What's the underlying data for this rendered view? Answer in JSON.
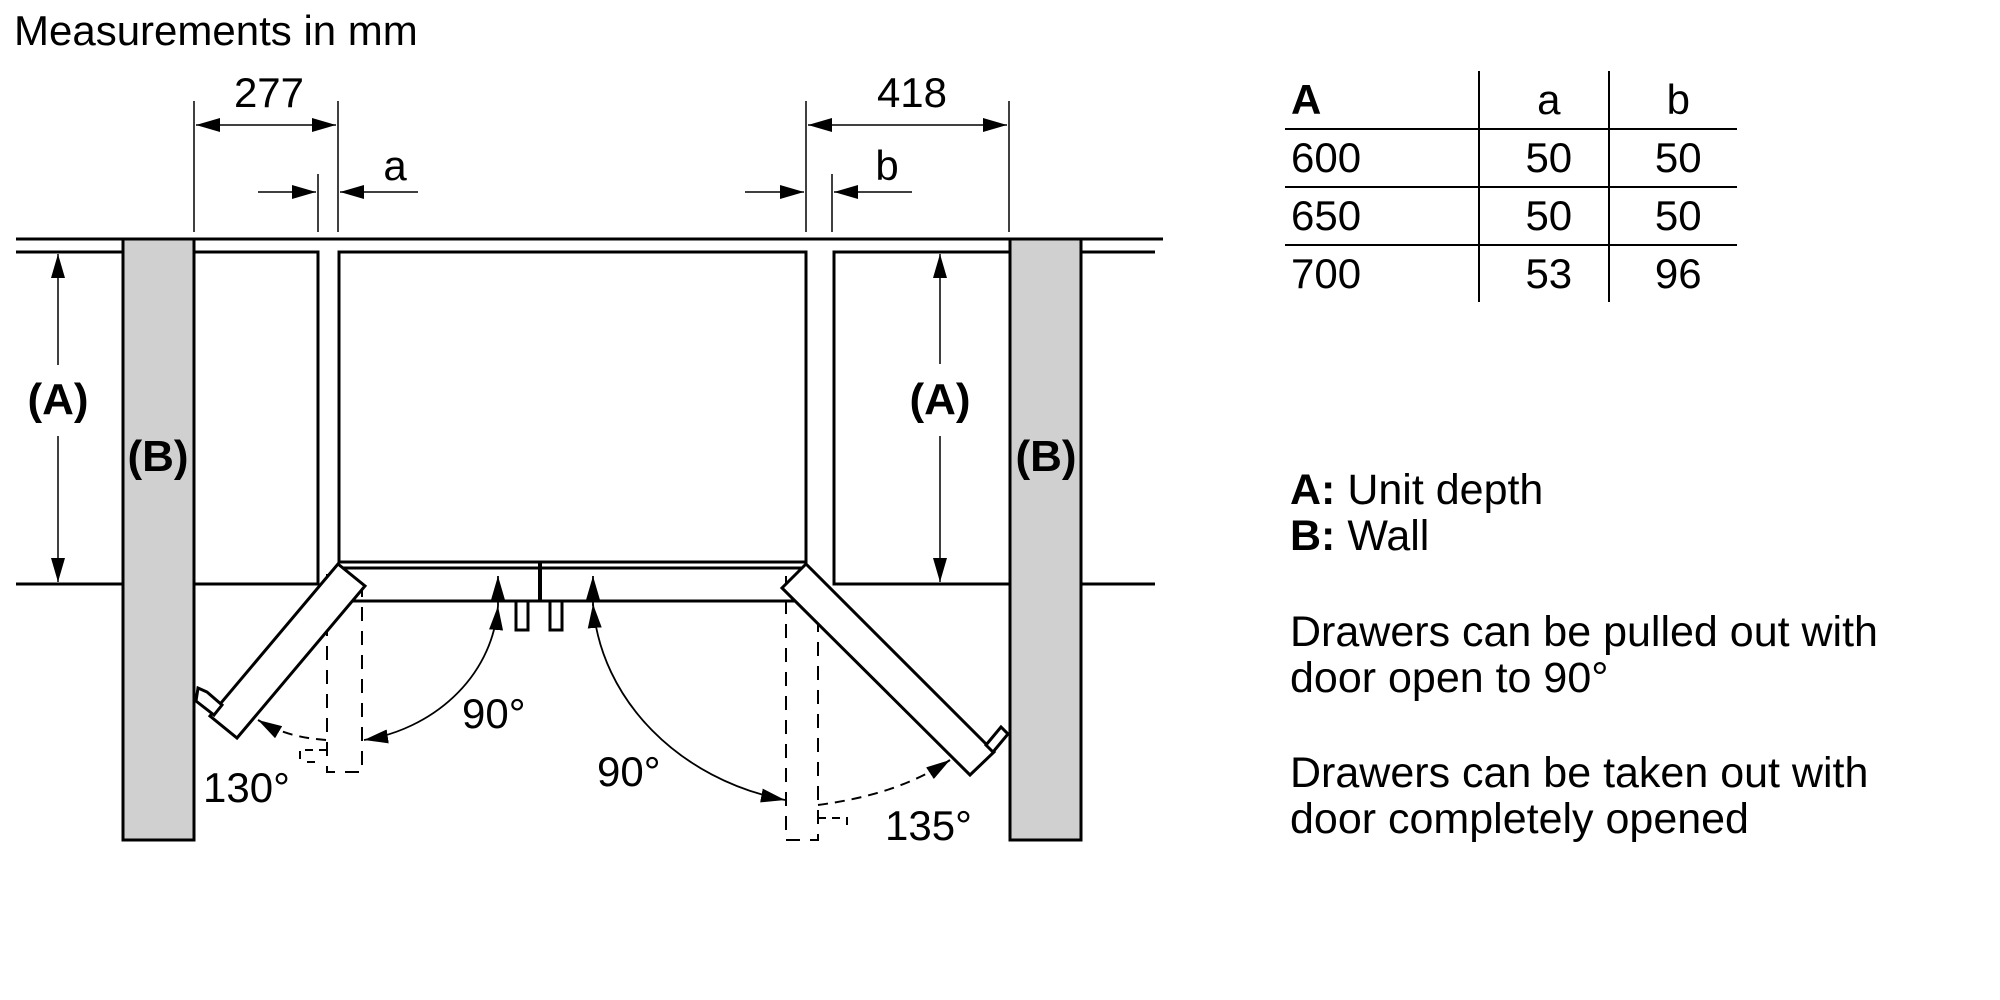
{
  "title": "Measurements in mm",
  "dimensions": {
    "left_gap_total": "277",
    "right_gap_total": "418",
    "left_clearance_label": "a",
    "right_clearance_label": "b",
    "depth_label_left": "(A)",
    "depth_label_right": "(A)",
    "wall_label_left": "(B)",
    "wall_label_right": "(B)"
  },
  "angles": {
    "left_door_90": "90°",
    "left_door_max": "130°",
    "right_door_90": "90°",
    "right_door_max": "135°"
  },
  "table": {
    "headers": [
      "A",
      "a",
      "b"
    ],
    "rows": [
      [
        "600",
        "50",
        "50"
      ],
      [
        "650",
        "50",
        "50"
      ],
      [
        "700",
        "53",
        "96"
      ]
    ]
  },
  "legend": [
    {
      "key": "A:",
      "value": "Unit depth"
    },
    {
      "key": "B:",
      "value": "Wall"
    }
  ],
  "notes": [
    {
      "line1": "Drawers can be pulled out with",
      "line2": "door open to 90°"
    },
    {
      "line1": "Drawers can be taken out with",
      "line2": "door completely opened"
    }
  ],
  "colors": {
    "wall_fill": "#d0d0d0",
    "line": "#000000"
  }
}
